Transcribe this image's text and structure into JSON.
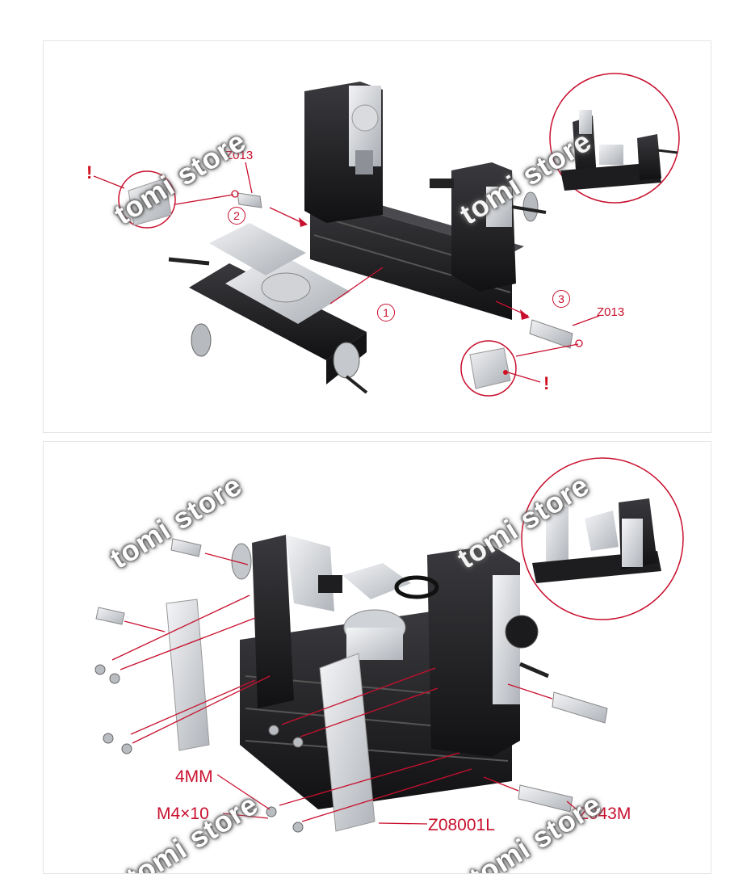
{
  "panel_top": {
    "part_label_a": "Z013",
    "part_label_b": "Z013",
    "step_1": "1",
    "step_2": "2",
    "step_3": "3",
    "warning_a": "!",
    "warning_b": "!"
  },
  "panel_bottom": {
    "label_4mm": "4MM",
    "label_m4x10": "M4×10",
    "label_z08001l": "Z08001L",
    "label_z043m": "Z043M"
  },
  "watermark": {
    "text": "tomi store"
  },
  "colors": {
    "callout_red": "#c8102e",
    "machine_black": "#1c1c1e",
    "aluminum": "#c9ccd0"
  }
}
